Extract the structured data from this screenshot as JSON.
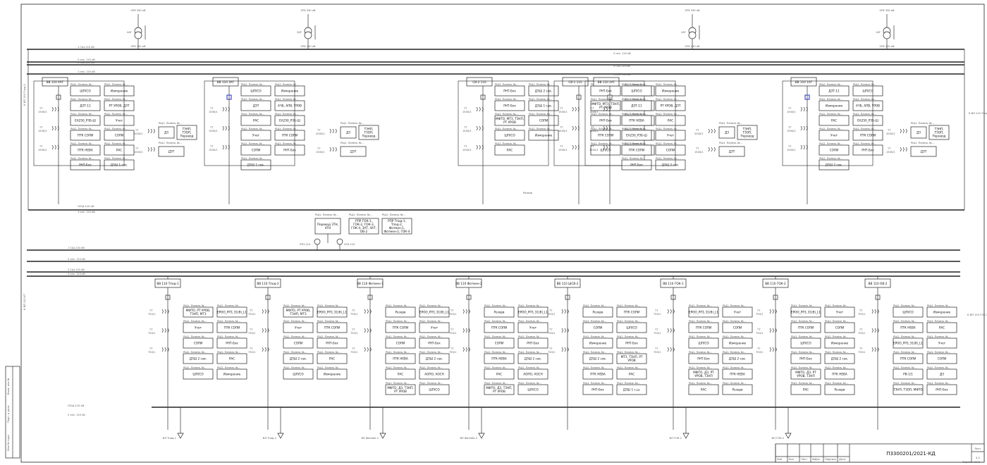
{
  "title_block": {
    "doc_code": "П3300201/2021-КД",
    "sheet_label": "Лист",
    "sheet_number": "4.2",
    "format": "Формат А3х3",
    "columns": [
      "Изм",
      "Кол",
      "Лист",
      "№Док",
      "Подпись",
      "Дата"
    ]
  },
  "side_stamps": [
    "Инв.№ подл.",
    "Подп. и дата",
    "Взам. инв.№"
  ],
  "lines_110": {
    "left_top": "К ВЛ 110 Гпод-2",
    "right_top": "К ВЛ 110 Тпод-1",
    "left_bottom": "К ВЛ 110 АТ",
    "right_bottom": "К ВЛ 110 ГОК-3"
  },
  "transformers": [
    {
      "name": "4АТ",
      "hv": "ОРУ 330 кВ",
      "lv": "ОРУ 110 кВ"
    },
    {
      "name": "3АТ",
      "hv": "ОРУ 330 кВ",
      "lv": "ОРУ 110 кВ"
    },
    {
      "name": "2АТ",
      "hv": "ОРУ 330 кВ",
      "lv": "ОРУ 110 кВ"
    },
    {
      "name": "1АТ",
      "hv": "ОРУ 330 кВ",
      "lv": "ОРУ 110 кВ"
    }
  ],
  "upper_buses": [
    "1 СШ-110 кВ",
    "2 сек. 110 кВ",
    "2 СШ-110 кВ",
    "1 сек. 110 кВ"
  ],
  "middle_bus": {
    "left": "ОСШ-110 кВ",
    "right": "1 сек. 110 кВ"
  },
  "lower_buses": [
    "1 СШ-110 кВ",
    "2 сек. 110 кВ",
    "2 СШ-110 кВ",
    "2 сек. 110 кВ"
  ],
  "lower_bypass": [
    "ОСШ-110 кВ",
    "2 сек. 110 кВ"
  ],
  "upper_bays": [
    {
      "breaker": "ВВ 110 4АТ",
      "cts": [
        [
          "ТТ",
          "1500/1"
        ],
        [
          "ТТ",
          "1500/1"
        ],
        [
          "ТТ",
          "1500/1"
        ],
        [
          "ТТ",
          "1500/1"
        ]
      ],
      "devices": [
        "ШП/СО",
        "Измерение",
        "ДЗТ-11",
        "РТ УРОВ, ДЗТ",
        "ЕА250_РЗБ-Ш",
        "Учет",
        "ПТК СОПИ",
        "СОПИ",
        "ПТК НЕВА",
        "РАС",
        "РНТ-Бхх",
        "ДЗШ 1 сек."
      ]
    },
    {
      "breaker": "ВВ 110 3АТ",
      "cts": [
        [
          "ТТ",
          "1500/1"
        ],
        [
          "ТТ",
          "1500/1"
        ],
        [
          "ТТ",
          "1500/1"
        ],
        [
          "ТТ",
          "1500/1"
        ]
      ],
      "devices": [
        "ШП/СО",
        "Измерение",
        "ДЗТ",
        "АЧБ, АПВ, УРОВ",
        "РАС",
        "ЕА250_РЗБ-Ш",
        "Учет",
        "ПТК СОПИ",
        "СОПИ",
        "РНТ-Бхх",
        "ДЗШ 1 сек."
      ]
    },
    {
      "breaker": "СВ-2 110",
      "cts": [
        [
          "ТТ",
          "1500/1"
        ],
        [
          "ТТ",
          "1500/1"
        ],
        [
          "ТТ",
          "1500/1"
        ]
      ],
      "devices": [
        "РНТ-Бхх",
        "ДЗШ 2 сек.",
        "РНТ-Бхх",
        "ДЗШ 1 сек.",
        "МФТО, МТЗ, ТЗНП, РТ УРОВ",
        "СОПИ",
        "ШП/СО",
        "Измерение",
        "РАС"
      ]
    },
    {
      "breaker": "СВ-1 110",
      "cts": [
        [
          "ТТ",
          "1500/1"
        ],
        [
          "ТТ",
          "1500/1"
        ],
        [
          "ТТ",
          "1500/1"
        ]
      ],
      "devices": [
        "РНТ-Бхх",
        "ДЗШ 2 сек.",
        "МФТО, МТЗ, ТЗНП, РТ УРОВ",
        "РАС",
        "РНТ-Бхх",
        "ДЗШ 1 сек.",
        "ПТК СОПИ",
        "СОПИ",
        "ШП/СО",
        "Измерение"
      ]
    },
    {
      "breaker": "ВВ 110 2АТ",
      "cts": [
        [
          "ТТ",
          "1500/1"
        ],
        [
          "ТТ",
          "1500/1"
        ],
        [
          "ТТ",
          "1500/1"
        ],
        [
          "ТТ",
          "1500/1"
        ]
      ],
      "devices": [
        "ШП/СО",
        "Измерение",
        "ДЗТ-11",
        "РТ УРОВ, ДЗТ",
        "ПТК НЕВА",
        "РАС",
        "ЕА250_РЗБ-Ш",
        "Учет",
        "ПТК СОПИ",
        "СОПИ",
        "РНТ-Бхх",
        "ДЗШ 2 сек."
      ]
    },
    {
      "breaker": "ВВ 110 1АТ",
      "cts": [
        [
          "ТТ",
          "1500/1"
        ],
        [
          "ТТ",
          "1500/1"
        ],
        [
          "ТТ",
          "1500/1"
        ],
        [
          "ТТ",
          "1500/1"
        ]
      ],
      "devices": [
        "ДЗТ-11",
        "ШП/СО",
        "Измерение",
        "АЧБ, АПВ, УРОВ",
        "РАС",
        "ЕА250_РЗБ-Ш",
        "Учет",
        "ПТК СОПИ",
        "СОПИ",
        "РНТ-Бхх",
        "ДЗШ 2 сек."
      ]
    }
  ],
  "upper_side_units": [
    {
      "cts": [
        [
          "ТТ",
          "2000/1"
        ],
        [
          "ТТ",
          "1500/1"
        ]
      ],
      "devices": [
        "ДЗ",
        "ТЗНП, ТЗОП, Перевод"
      ],
      "extra": "ДЗТ"
    },
    {
      "cts": [
        [
          "ТТ",
          "2000/1"
        ],
        [
          "ТТ",
          "1500/1"
        ]
      ],
      "devices": [
        "ДЗ",
        "ТЗНП, ТЗОП, Перевод"
      ],
      "extra": "ДЗТ"
    },
    {
      "cts": [
        [
          "ТТ",
          "2000/1"
        ],
        [
          "ТТ",
          "1500/1"
        ]
      ],
      "devices": [
        "ДЗ",
        "ТЗНП, ТЗОП, Перевод"
      ],
      "extra": "ДЗТ"
    },
    {
      "cts": [
        [
          "ТТ",
          "2000/1"
        ],
        [
          "ТТ",
          "1500/1"
        ]
      ],
      "devices": [
        "ДЗ",
        "ТЗНП, ТЗОП, Перевод"
      ],
      "extra": "ДЗТ"
    }
  ],
  "reserve_label": "Резерв",
  "center_units": [
    {
      "label": "Перевод ЗТН, 4ТН"
    },
    {
      "label": "РПР ГОК-1, ГОК-2, ГОК-3, ГОК-4, ЗАТ, 4АТ, ОВ-2"
    },
    {
      "label": "РПР Тпод-1, Тпод-2, Фотмен-1, Фотмен-2, ГОК-4"
    }
  ],
  "vt_labels": [
    "ЗТН-110",
    "4ТН-110"
  ],
  "lower_bays": [
    {
      "breaker": "ВВ 110 Тпод-1",
      "line": "ВЛ Тпод-1",
      "devices": [
        "МФТО, РТ УРОВ, ТЗНП, МТЗ",
        "ЕРОО_РП1.31(В)_L1",
        "Учет",
        "ПТК СОПИ",
        "СОПИ",
        "РНТ-Бхх",
        "ДЗШ 2 сек.",
        "РАС",
        "ШП/СО",
        "Измерение"
      ]
    },
    {
      "breaker": "ВВ 110 Тпод-2",
      "line": "ВЛ Тпод-2",
      "devices": [
        "МФТО, РТ УРОВ, ТЗНП, МТЗ",
        "ЕРОО_РП1.31(В)_L1",
        "Учет",
        "ПТК СОПИ",
        "СОПИ",
        "РНТ-Бхх",
        "ДЗШ 2 сек.",
        "РАС",
        "ШП/СО",
        "Измерение"
      ]
    },
    {
      "breaker": "ВВ 110 Фотмен-1",
      "line": "ВЛ Фотмен-1",
      "devices": [
        "Резерв",
        "ЕРОО_РП1.31(В)_L1",
        "ПТК СОПИ",
        "Учет",
        "СОПИ",
        "РНТ-Бхх",
        "ПТК НЕВА",
        "ДЗШ 2 сек.",
        "РАС",
        "АОПО, АОСН",
        "МФТО, ДЗ, ТЗНП, РТ УРОВ",
        "ШП/СО",
        "Измерение"
      ]
    },
    {
      "breaker": "ВВ 110 Фотмен-2",
      "line": "ВЛ Фотмен-2",
      "devices": [
        "Резерв",
        "ЕРОО_РП1.31(В)_L1",
        "ПТК СОПИ",
        "Учет",
        "СОПИ",
        "РНТ-Бхх",
        "ПТК НЕВА",
        "ДЗШ 2 сек.",
        "РАС",
        "АОПО, АОСН",
        "МФТО, ДЗ, ТЗНП, РТ УРОВ",
        "ШП/СО",
        "Измерение"
      ]
    },
    {
      "breaker": "ВВ 110 ШСВ-2",
      "line": "",
      "devices": [
        "Резерв",
        "ПТК СОПИ",
        "СОПИ",
        "ШП/СО",
        "Измерение",
        "РНТ-Бхх",
        "ДЗШ 2 сек.",
        "МТЗ, ТЗНП, РТ УРОВ",
        "ПТК НЕВА",
        "РАС",
        "РНТ-Бхх",
        "ДЗШ 1 с.ш."
      ]
    },
    {
      "breaker": "ВВ 110 ГОК-1",
      "line": "ВЛ ГОК-1",
      "devices": [
        "ЕРОО_РП1.31(В)_L1",
        "Учет",
        "ПТК СОПИ",
        "СОПИ",
        "ШП/СО",
        "Измерение",
        "РНТ-Бхх",
        "ДЗШ 2 сек.",
        "МФТО, ДЗ, РТ УРОВ, ТЗНП",
        "ПТК НЕВА",
        "РАС",
        "Резерв"
      ]
    },
    {
      "breaker": "ВВ 110 ГОК-2",
      "line": "ВЛ ГОК-2",
      "devices": [
        "ЕРОО_РП1.31(В)_L1",
        "Учет",
        "ПТК СОПИ",
        "СОПИ",
        "ШП/СО",
        "Измерение",
        "РНТ-Бхх",
        "ДЗШ 2 сек.",
        "МФТО, ДЗ, РТ УРОВ, ТЗНП",
        "ПТК НЕВА",
        "РАС",
        "Резерв"
      ]
    },
    {
      "breaker": "ВВ 110 ОВ-2",
      "line": "",
      "devices": [
        "ШП/СО",
        "Измерение",
        "ПТК НЕВА",
        "РАС",
        "ЕРОО_РП1.31(В)_L1",
        "Учет",
        "ПТК СОПИ",
        "СОПИ",
        "РВ-1/1",
        "ДЗ",
        "ТЗНП, ТЗОП, МФТО",
        "РНТ-Бхх",
        "РТ УРОВ"
      ]
    }
  ],
  "lower_cts": [
    [
      "ТТ",
      "750/1"
    ],
    [
      "ТТ",
      "750/1"
    ],
    [
      "ТТ",
      "750/1"
    ],
    [
      "ТТ",
      "1500/1"
    ]
  ],
  "panel_note": "РЩ1. Панель №..."
}
